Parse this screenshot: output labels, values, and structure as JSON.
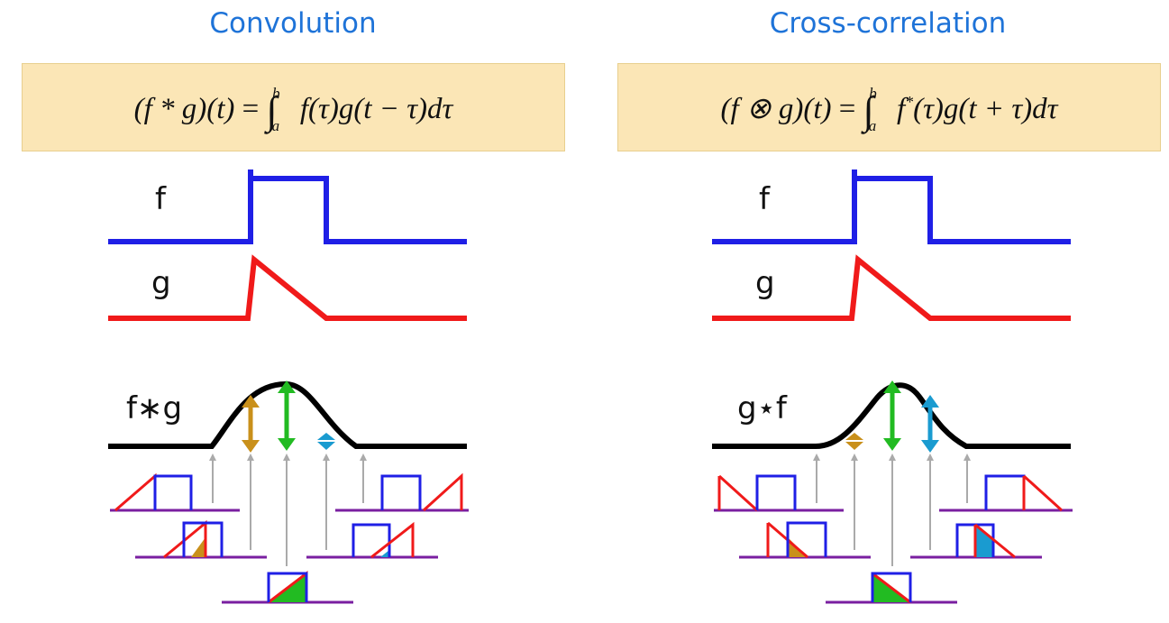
{
  "left": {
    "title": "Convolution",
    "formula": {
      "lhs": "(f * g)(t)",
      "eq": "=",
      "lower": "a",
      "upper": "b",
      "integrand": "f(τ)g(t − τ)dτ"
    },
    "labels": {
      "f": "f",
      "g": "g",
      "result": "f∗g"
    }
  },
  "right": {
    "title": "Cross-correlation",
    "formula": {
      "lhs": "(f ⊗ g)(t)",
      "eq": "=",
      "lower": "a",
      "upper": "b",
      "integrand_pre": "f",
      "conj": "*",
      "integrand_post": "(τ)g(t + τ)dτ"
    },
    "labels": {
      "f": "f",
      "g": "g",
      "result": "g⋆f"
    }
  },
  "colors": {
    "title": "#1e73d8",
    "f_signal": "#1f1fe6",
    "g_signal": "#f01a1a",
    "result_curve": "#000000",
    "baseline": "#7a1fa0",
    "gold": "#c9901b",
    "green": "#22bb22",
    "cyan": "#1a9bd0",
    "guide": "#aaaaaa",
    "box_fill": "#fbe6b6"
  }
}
